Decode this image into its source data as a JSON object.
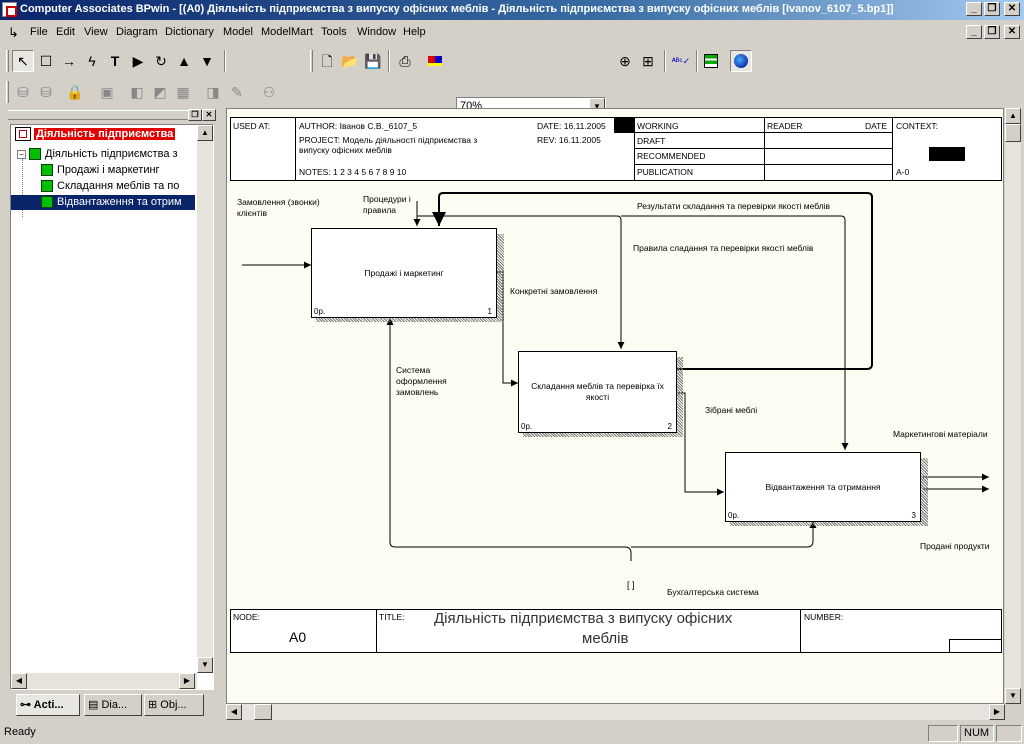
{
  "window": {
    "title": "Computer Associates BPwin - [(A0) Діяльність підприємства  з випуску офісних меблів - Діяльність підприємства з випуску офісних меблів  [Ivanov_6107_5.bp1]]"
  },
  "menu": [
    "File",
    "Edit",
    "View",
    "Diagram",
    "Dictionary",
    "Model",
    "ModelMart",
    "Tools",
    "Window",
    "Help"
  ],
  "zoom": "70%",
  "tree": {
    "root": "Діяльність підприємства",
    "context": "Діяльність підприємства  з",
    "children": [
      "Продажі і маркетинг",
      "Складання меблів та  по",
      "Відвантаження та отрим"
    ]
  },
  "tabs": [
    "Acti...",
    "Dia...",
    "Obj..."
  ],
  "frame": {
    "used_at": "USED AT:",
    "author": "AUTHOR:  Іванов  С.В._6107_5",
    "date": "DATE:  16.11.2005",
    "rev": "REV:   16.11.2005",
    "project_1": "PROJECT:  Модель діяльності підприємства з",
    "project_2": "випуску офісних меблів",
    "notes": "NOTES:  1  2  3  4  5  6  7  8  9  10",
    "status": [
      "WORKING",
      "DRAFT",
      "RECOMMENDED",
      "PUBLICATION"
    ],
    "reader": "READER",
    "date_col": "DATE",
    "context": "CONTEXT:",
    "context_node": "A-0",
    "node_label": "NODE:",
    "node": "A0",
    "title_label": "TITLE:",
    "title_1": "Діяльність підприємства  з випуску офісних",
    "title_2": "меблів",
    "number_label": "NUMBER:"
  },
  "boxes": [
    {
      "title": "Продажі і маркетинг",
      "cost": "0р.",
      "num": "1"
    },
    {
      "title": "Складання меблів  та перевірка їх якості",
      "cost": "0р.",
      "num": "2"
    },
    {
      "title": "Відвантаження та отримання",
      "cost": "0р.",
      "num": "3"
    }
  ],
  "arrows": {
    "orders": "Замовлення (звонки) клієнтів",
    "procedures": "Процедури і правила",
    "results": "Результати складання та перевірки якості меблів",
    "rules": "Правила сладання та перевірки якості меблів",
    "concrete": "Конкретні замовлення",
    "system": "Система оформлення замовлень",
    "assembled": "Зібрані меблі",
    "marketing": "Маркетингові матеріали",
    "sold": "Продані продукти",
    "accounting": "Бухгалтерська система"
  },
  "status": {
    "ready": "Ready",
    "num": "NUM"
  }
}
